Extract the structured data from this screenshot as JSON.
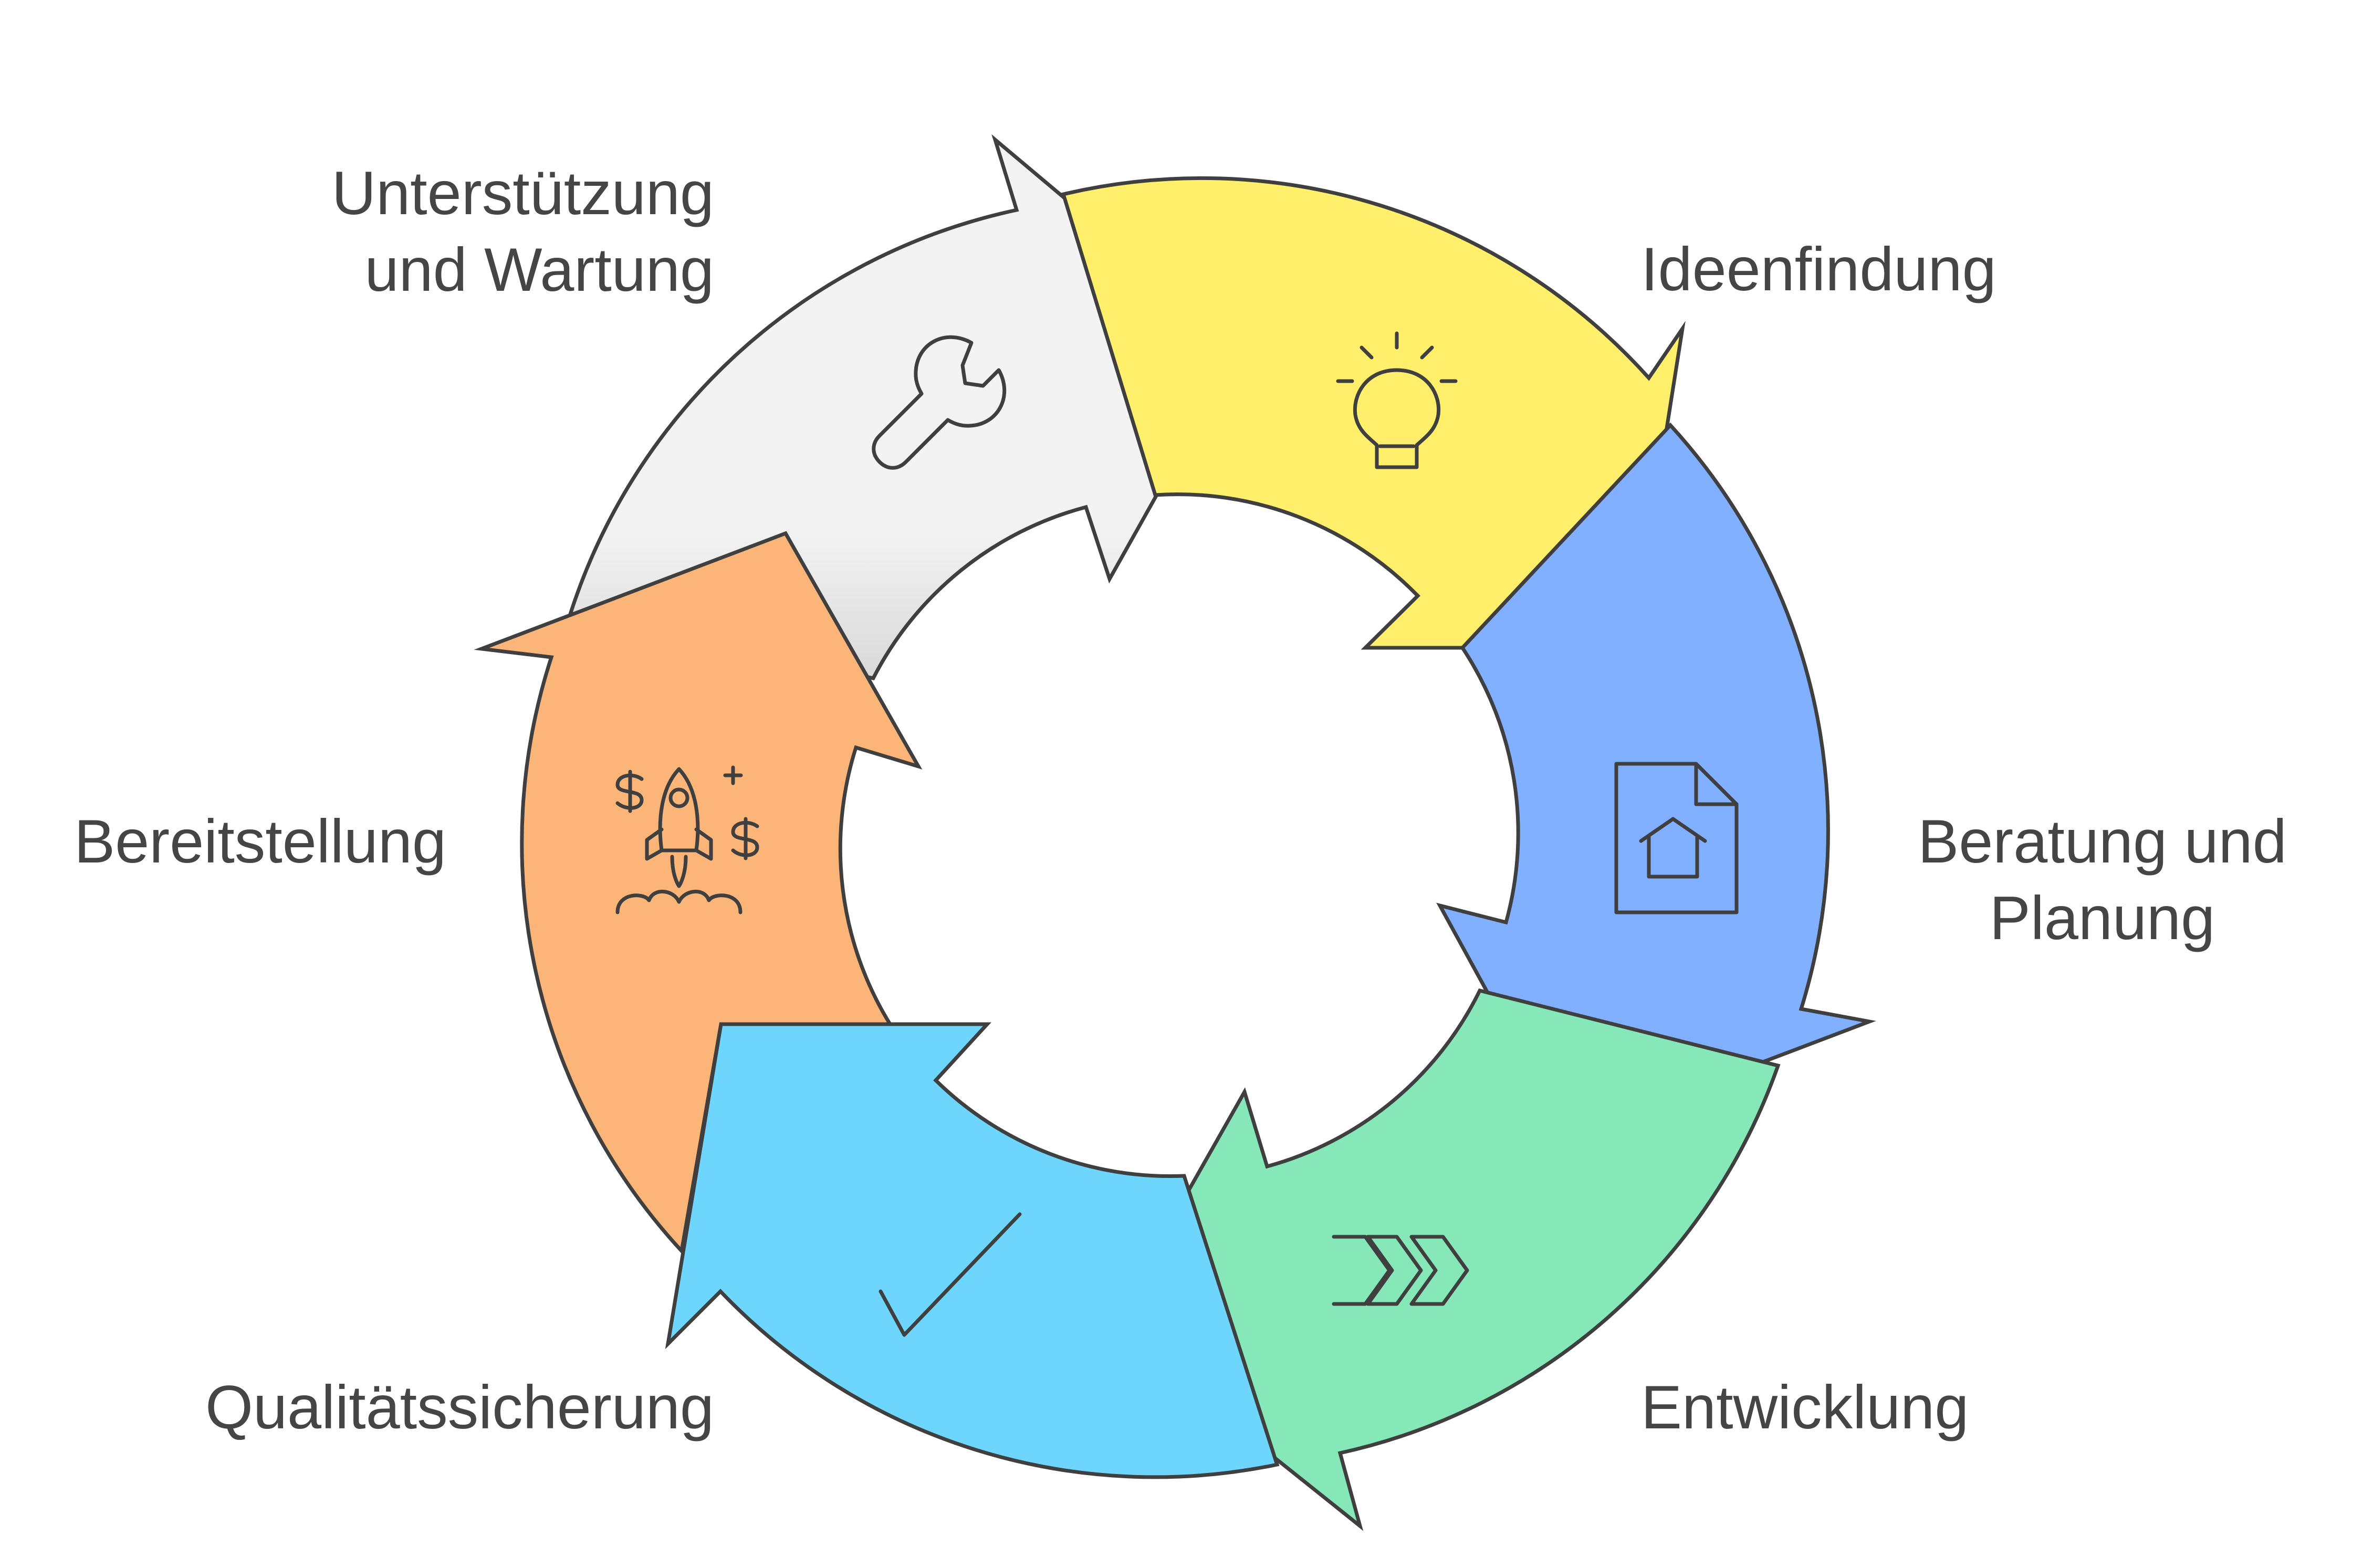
{
  "steps": [
    {
      "label_lines": [
        "Ideenfindung"
      ],
      "color": "#FFEF6B",
      "icon": "lightbulb-icon"
    },
    {
      "label_lines": [
        "Beratung und",
        "Planung"
      ],
      "color": "#80B0FF",
      "icon": "document-home-icon"
    },
    {
      "label_lines": [
        "Entwicklung"
      ],
      "color": "#86E8B9",
      "icon": "double-chevron-right-icon"
    },
    {
      "label_lines": [
        "Qualitätssicherung"
      ],
      "color": "#6ED5FD",
      "icon": "checkmark-icon"
    },
    {
      "label_lines": [
        "Bereitstellung"
      ],
      "color": "#FBB579",
      "icon": "rocket-icon"
    },
    {
      "label_lines": [
        "Unterstützung",
        "und Wartung"
      ],
      "color": "#F2F2F2",
      "icon": "wrench-icon"
    }
  ]
}
